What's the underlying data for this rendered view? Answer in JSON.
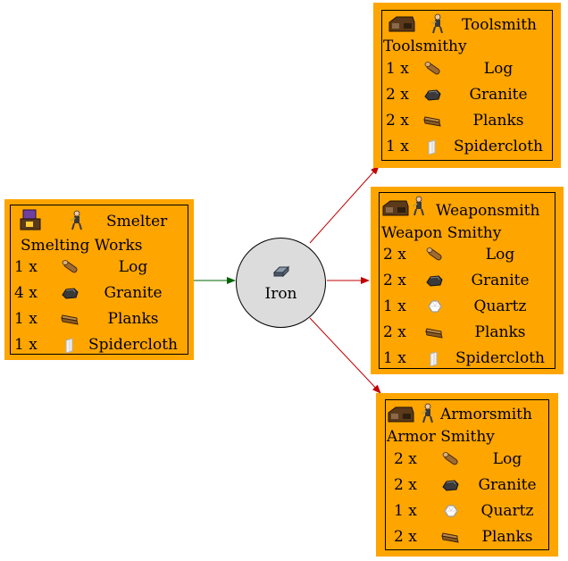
{
  "ware": {
    "name": "Iron",
    "icon": "iron-ingot-icon"
  },
  "producer": {
    "title": "Smelter",
    "building": "Smelting Works",
    "icons": [
      "smelting-works-building-icon",
      "smelter-worker-icon"
    ],
    "inputs": [
      {
        "qty": "1 x",
        "name": "Log",
        "icon": "log-icon"
      },
      {
        "qty": "4 x",
        "name": "Granite",
        "icon": "granite-icon"
      },
      {
        "qty": "1 x",
        "name": "Planks",
        "icon": "planks-icon"
      },
      {
        "qty": "1 x",
        "name": "Spidercloth",
        "icon": "spidercloth-icon"
      }
    ]
  },
  "consumers": [
    {
      "title": "Toolsmith",
      "building": "Toolsmithy",
      "icons": [
        "toolsmithy-building-icon",
        "toolsmith-worker-icon"
      ],
      "inputs": [
        {
          "qty": "1 x",
          "name": "Log",
          "icon": "log-icon"
        },
        {
          "qty": "2 x",
          "name": "Granite",
          "icon": "granite-icon"
        },
        {
          "qty": "2 x",
          "name": "Planks",
          "icon": "planks-icon"
        },
        {
          "qty": "1 x",
          "name": "Spidercloth",
          "icon": "spidercloth-icon"
        }
      ]
    },
    {
      "title": "Weaponsmith",
      "building": "Weapon Smithy",
      "icons": [
        "weapon-smithy-building-icon",
        "weaponsmith-worker-icon"
      ],
      "inputs": [
        {
          "qty": "2 x",
          "name": "Log",
          "icon": "log-icon"
        },
        {
          "qty": "2 x",
          "name": "Granite",
          "icon": "granite-icon"
        },
        {
          "qty": "1 x",
          "name": "Quartz",
          "icon": "quartz-icon"
        },
        {
          "qty": "2 x",
          "name": "Planks",
          "icon": "planks-icon"
        },
        {
          "qty": "1 x",
          "name": "Spidercloth",
          "icon": "spidercloth-icon"
        }
      ]
    },
    {
      "title": "Armorsmith",
      "building": "Armor Smithy",
      "icons": [
        "armor-smithy-building-icon",
        "armorsmith-worker-icon"
      ],
      "inputs": [
        {
          "qty": "2 x",
          "name": "Log",
          "icon": "log-icon"
        },
        {
          "qty": "2 x",
          "name": "Granite",
          "icon": "granite-icon"
        },
        {
          "qty": "1 x",
          "name": "Quartz",
          "icon": "quartz-icon"
        },
        {
          "qty": "2 x",
          "name": "Planks",
          "icon": "planks-icon"
        }
      ]
    }
  ],
  "colors": {
    "node_fill": "#ffa500",
    "ware_fill": "#dcdcdc",
    "produce_edge": "#006400",
    "consume_edge": "#c00000"
  }
}
